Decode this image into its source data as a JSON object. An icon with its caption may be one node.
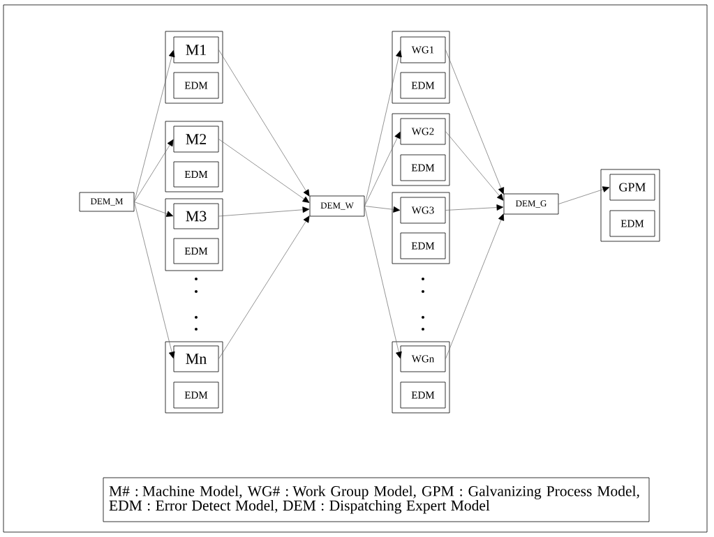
{
  "diagram": {
    "nodes": [
      {
        "text": [
          "DEM_M"
        ]
      },
      {
        "text": [],
        "shape": "box"
      },
      {
        "text": [
          "M1"
        ],
        "in": 1
      },
      {
        "text": [
          "EDM"
        ],
        "in": 1
      },
      {
        "text": [],
        "shape": "box"
      },
      {
        "text": [
          "M2"
        ],
        "in": 4
      },
      {
        "text": [
          "EDM"
        ],
        "in": 4
      },
      {
        "text": [],
        "shape": "box"
      },
      {
        "text": [
          "M3"
        ],
        "in": 7
      },
      {
        "text": [
          "EDM"
        ],
        "in": 7
      },
      {
        "text": [],
        "shape": "box"
      },
      {
        "text": [
          "Mn"
        ],
        "in": 10
      },
      {
        "text": [
          "EDM"
        ],
        "in": 10
      },
      {
        "text": [
          "DEM_W"
        ]
      },
      {
        "text": [],
        "shape": "box"
      },
      {
        "text": [
          "WG1"
        ],
        "in": 14
      },
      {
        "text": [
          "EDM"
        ],
        "in": 14
      },
      {
        "text": [],
        "shape": "box"
      },
      {
        "text": [
          "WG2"
        ],
        "in": 17
      },
      {
        "text": [
          "EDM"
        ],
        "in": 17
      },
      {
        "text": [],
        "shape": "box"
      },
      {
        "text": [
          "WG3"
        ],
        "in": 20
      },
      {
        "text": [
          "EDM"
        ],
        "in": 20
      },
      {
        "text": [],
        "shape": "box"
      },
      {
        "text": [
          "WGn"
        ],
        "in": 23
      },
      {
        "text": [
          "EDM"
        ],
        "in": 23
      },
      {
        "text": [
          "DEM_G"
        ]
      },
      {
        "text": [],
        "shape": "box"
      },
      {
        "text": [
          "GPM"
        ],
        "in": 27
      },
      {
        "text": [
          "EDM"
        ],
        "in": 27
      },
      {
        "text": [
          "M# : Machine Model, WG# : Work Group Model, GPM : Galvanizing Process Model, EDM : Error Detect Model, DEM : Dispatching Expert Model"
        ]
      }
    ],
    "edges": [
      {
        "from": 0,
        "to": 2,
        "arrow": "to"
      },
      {
        "from": 0,
        "to": 5,
        "arrow": "to"
      },
      {
        "from": 0,
        "to": 8,
        "arrow": "to"
      },
      {
        "from": 0,
        "to": 11,
        "arrow": "to"
      },
      {
        "from": 2,
        "to": 13,
        "arrow": "to"
      },
      {
        "from": 5,
        "to": 13,
        "arrow": "to"
      },
      {
        "from": 8,
        "to": 13,
        "arrow": "to"
      },
      {
        "from": 11,
        "to": 13,
        "arrow": "to"
      },
      {
        "from": 13,
        "to": 15,
        "arrow": "to"
      },
      {
        "from": 13,
        "to": 18,
        "arrow": "to"
      },
      {
        "from": 13,
        "to": 21,
        "arrow": "to"
      },
      {
        "from": 13,
        "to": 24,
        "arrow": "to"
      },
      {
        "from": 15,
        "to": 26,
        "arrow": "to"
      },
      {
        "from": 18,
        "to": 26,
        "arrow": "to"
      },
      {
        "from": 21,
        "to": 26,
        "arrow": "to"
      },
      {
        "from": 24,
        "to": 26,
        "arrow": "to"
      },
      {
        "from": 26,
        "to": 28,
        "arrow": "to"
      }
    ]
  }
}
